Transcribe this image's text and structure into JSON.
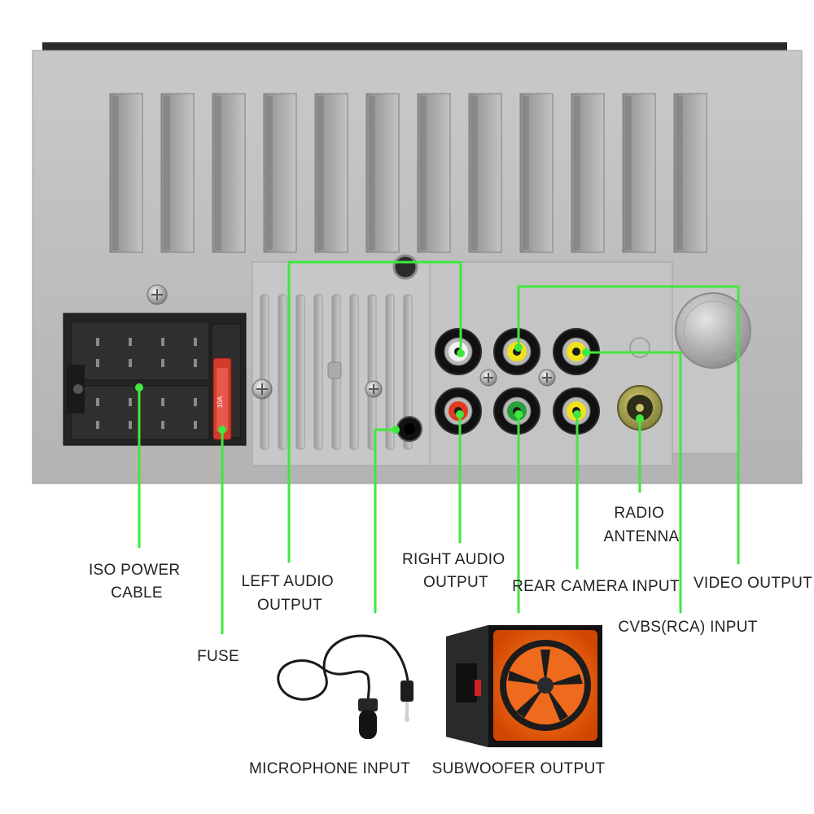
{
  "colors": {
    "leader_line": "#3ee83e",
    "panel": "#bdbdbd",
    "label_text": "#222222",
    "subwoofer_orange": "#f25a0a"
  },
  "labels": {
    "iso_power_cable": [
      "ISO POWER",
      "CABLE"
    ],
    "fuse": [
      "FUSE"
    ],
    "left_audio_output": [
      "LEFT AUDIO",
      "OUTPUT"
    ],
    "microphone_input": [
      "MICROPHONE INPUT"
    ],
    "right_audio_output": [
      "RIGHT AUDIO",
      "OUTPUT"
    ],
    "subwoofer_output": [
      "SUBWOOFER OUTPUT"
    ],
    "rear_camera_input": [
      "REAR CAMERA INPUT"
    ],
    "radio_antenna": [
      "RADIO",
      "ANTENNA"
    ],
    "cvbs_rca_input": [
      "CVBS(RCA) INPUT"
    ],
    "video_output": [
      "VIDEO OUTPUT"
    ]
  },
  "icons": {
    "microphone": "lavalier-microphone-icon",
    "subwoofer": "subwoofer-box-icon",
    "fuse": "fuse-icon",
    "iso": "iso-connector-icon"
  }
}
